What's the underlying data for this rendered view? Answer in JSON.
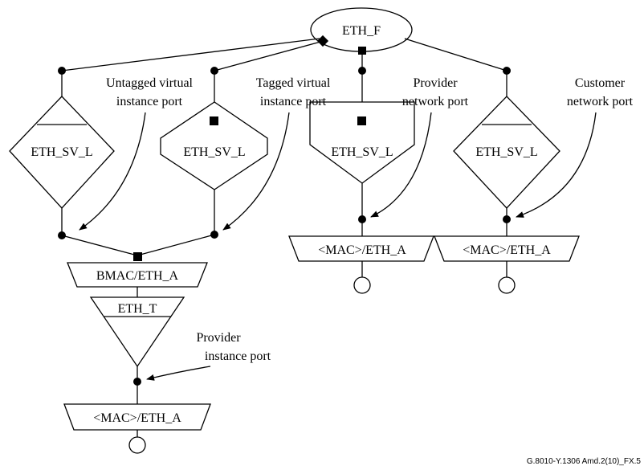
{
  "flow_domain": {
    "label": "ETH_F"
  },
  "sv_labels": [
    "ETH_SV_L",
    "ETH_SV_L",
    "ETH_SV_L",
    "ETH_SV_L"
  ],
  "adapters": {
    "bmac": "BMAC/ETH_A",
    "mac_left": "<MAC>/ETH_A",
    "mac_right": "<MAC>/ETH_A",
    "mac_bottom": "<MAC>/ETH_A"
  },
  "termination": {
    "label": "ETH_T"
  },
  "annotations": {
    "untagged": [
      "Untagged virtual",
      "instance port"
    ],
    "tagged": [
      "Tagged virtual",
      "instance port"
    ],
    "provider_network": [
      "Provider",
      "network port"
    ],
    "customer_network": [
      "Customer",
      "network port"
    ],
    "provider_instance": [
      "Provider",
      "instance port"
    ]
  },
  "figure_id": "G.8010-Y.1306 Amd.2(10)_FX.5"
}
